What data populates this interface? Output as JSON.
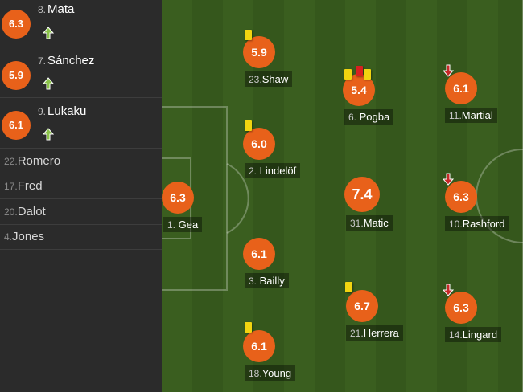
{
  "substitutes": [
    {
      "number": "8.",
      "name": "Mata",
      "rating": "6.3"
    },
    {
      "number": "7.",
      "name": "Sánchez",
      "rating": "5.9"
    },
    {
      "number": "9.",
      "name": "Lukaku",
      "rating": "6.1"
    }
  ],
  "bench": [
    {
      "number": "22.",
      "name": "Romero"
    },
    {
      "number": "17.",
      "name": "Fred"
    },
    {
      "number": "20.",
      "name": "Dalot"
    },
    {
      "number": "4.",
      "name": "Jones"
    }
  ],
  "players": [
    {
      "number": "1.",
      "name": "Gea",
      "rating": "6.3"
    },
    {
      "number": "23.",
      "name": "Shaw",
      "rating": "5.9"
    },
    {
      "number": "2.",
      "name": "Lindelöf",
      "rating": "6.0"
    },
    {
      "number": "3.",
      "name": "Bailly",
      "rating": "6.1"
    },
    {
      "number": "18.",
      "name": "Young",
      "rating": "6.1"
    },
    {
      "number": "6.",
      "name": "Pogba",
      "rating": "5.4"
    },
    {
      "number": "31.",
      "name": "Matic",
      "rating": "7.4"
    },
    {
      "number": "21.",
      "name": "Herrera",
      "rating": "6.7"
    },
    {
      "number": "11.",
      "name": "Martial",
      "rating": "6.1"
    },
    {
      "number": "10.",
      "name": "Rashford",
      "rating": "6.3"
    },
    {
      "number": "14.",
      "name": "Lingard",
      "rating": "6.3"
    }
  ],
  "colors": {
    "rating_badge": "#e8611a",
    "sub_on_arrow": "#8bc34a",
    "sub_off_arrow": "#c62828",
    "yellow_card": "#f2d410",
    "red_card": "#d92020",
    "pitch_stripe_a": "#3a5e1f",
    "pitch_stripe_b": "#35571c"
  }
}
